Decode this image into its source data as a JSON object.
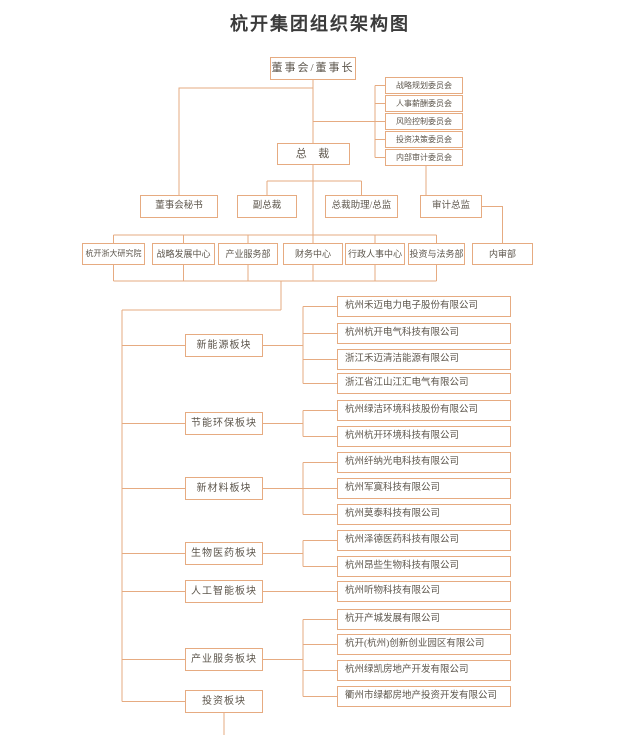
{
  "title": "杭开集团组织架构图",
  "colors": {
    "line": "#e6ab81",
    "text": "#5d564c",
    "title_text": "#3b3b3b",
    "background": "#ffffff"
  },
  "board": {
    "label": "董事会/董事长"
  },
  "committees": [
    {
      "label": "战略规划委员会"
    },
    {
      "label": "人事薪酬委员会"
    },
    {
      "label": "风险控制委员会"
    },
    {
      "label": "投资决策委员会"
    },
    {
      "label": "内部审计委员会"
    }
  ],
  "president": {
    "label": "总  裁"
  },
  "executives": [
    {
      "label": "董事会秘书"
    },
    {
      "label": "副总裁"
    },
    {
      "label": "总裁助理/总监"
    },
    {
      "label": "审计总监"
    }
  ],
  "departments": [
    {
      "label": "杭开浙大研究院"
    },
    {
      "label": "战略发展中心"
    },
    {
      "label": "产业服务部"
    },
    {
      "label": "财务中心"
    },
    {
      "label": "行政人事中心"
    },
    {
      "label": "投资与法务部"
    },
    {
      "label": "内审部"
    }
  ],
  "segments": [
    {
      "label": "新能源板块",
      "companies": [
        "杭州禾迈电力电子股份有限公司",
        "杭州杭开电气科技有限公司",
        "浙江禾迈清洁能源有限公司",
        "浙江省江山江汇电气有限公司"
      ]
    },
    {
      "label": "节能环保板块",
      "companies": [
        "杭州绿洁环境科技股份有限公司",
        "杭州杭开环境科技有限公司"
      ]
    },
    {
      "label": "新材料板块",
      "companies": [
        "杭州纤纳光电科技有限公司",
        "杭州军寞科技有限公司",
        "杭州莫泰科技有限公司"
      ]
    },
    {
      "label": "生物医药板块",
      "companies": [
        "杭州泽德医药科技有限公司",
        "杭州昂些生物科技有限公司"
      ]
    },
    {
      "label": "人工智能板块",
      "companies": [
        "杭州听物科技有限公司"
      ]
    },
    {
      "label": "产业服务板块",
      "companies": [
        "杭开产城发展有限公司",
        "杭开(杭州)创新创业园区有限公司",
        "杭州绿凯房地产开发有限公司",
        "衢州市绿都房地产投资开发有限公司"
      ]
    },
    {
      "label": "投资板块",
      "companies": []
    }
  ]
}
